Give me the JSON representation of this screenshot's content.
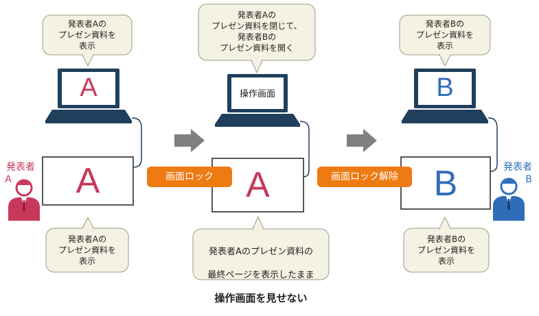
{
  "colors": {
    "presenter_a": "#c8385a",
    "presenter_b": "#2f6db8",
    "tag_orange": "#ee7a12",
    "laptop_dark": "#1f3f5c",
    "bubble_fill": "#f4f2e2",
    "arrow_gray": "#808080"
  },
  "icons": {
    "person_a": "person-icon",
    "person_b": "person-icon",
    "arrow": "right-arrow-icon",
    "laptop": "laptop-icon",
    "projector_screen": "screen-icon"
  },
  "step1": {
    "top_bubble": "発表者Aの\nプレゼン資料を\n表示",
    "laptop_letter": "A",
    "screen_letter": "A",
    "bottom_bubble": "発表者Aの\nプレゼン資料を\n表示"
  },
  "step2": {
    "top_bubble": "発表者Aの\nプレゼン資料を閉じて、\n発表者Bの\nプレゼン資料を開く",
    "laptop_label": "操作画面",
    "screen_letter": "A",
    "bottom_bubble_line1": "発表者Aのプレゼン資料の",
    "bottom_bubble_line2": "最終ページを表示したまま",
    "bottom_bubble_line3": "操作画面を見せない",
    "tag": "画面ロック"
  },
  "step3": {
    "top_bubble": "発表者Bの\nプレゼン資料を\n表示",
    "laptop_letter": "B",
    "screen_letter": "B",
    "bottom_bubble": "発表者Bの\nプレゼン資料を\n表示",
    "tag": "画面ロック解除"
  },
  "presenters": {
    "a_label": "発表者",
    "a_letter": "A",
    "b_label": "発表者",
    "b_letter": "B"
  }
}
